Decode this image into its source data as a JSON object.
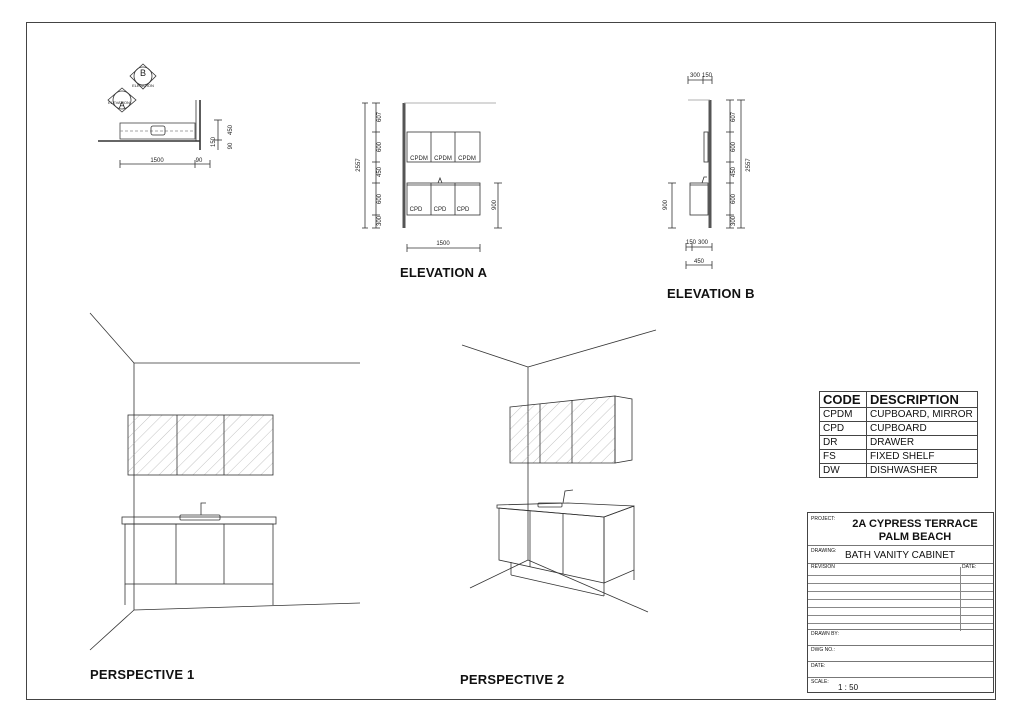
{
  "plan": {
    "marker_a": "A",
    "marker_b": "B",
    "marker_text": "ELEVATION",
    "dims": [
      "1500",
      "90",
      "150",
      "450",
      "90"
    ]
  },
  "elevation_a": {
    "title": "ELEVATION A",
    "upper_labels": [
      "CPDM",
      "CPDM",
      "CPDM"
    ],
    "lower_labels": [
      "CPD",
      "CPD",
      "CPD"
    ],
    "left_dims": [
      "607",
      "600",
      "450",
      "600",
      "300"
    ],
    "overall": "2557",
    "right_dim": "900",
    "width": "1500"
  },
  "elevation_b": {
    "title": "ELEVATION B",
    "top_dims": [
      "300",
      "150"
    ],
    "left_dim": "900",
    "right_dims": [
      "607",
      "600",
      "450",
      "600",
      "300"
    ],
    "overall": "2557",
    "bottom_dims": [
      "150",
      "300"
    ],
    "bottom_total": "450"
  },
  "perspective_1": {
    "title": "PERSPECTIVE 1"
  },
  "perspective_2": {
    "title": "PERSPECTIVE 2"
  },
  "legend": {
    "headers": [
      "CODE",
      "DESCRIPTION"
    ],
    "rows": [
      {
        "code": "CPDM",
        "desc": "CUPBOARD, MIRROR"
      },
      {
        "code": "CPD",
        "desc": "CUPBOARD"
      },
      {
        "code": "DR",
        "desc": "DRAWER"
      },
      {
        "code": "FS",
        "desc": "FIXED SHELF"
      },
      {
        "code": "DW",
        "desc": "DISHWASHER"
      }
    ]
  },
  "title_block": {
    "project_label": "PROJECT:",
    "project_line1": "2A CYPRESS TERRACE",
    "project_line2": "PALM BEACH",
    "drawing_label": "DRAWING:",
    "drawing": "BATH VANITY CABINET",
    "revision_label": "REVISION",
    "date_label": "DATE:",
    "drawn_by_label": "DRAWN BY:",
    "dwg_no_label": "DWG NO.:",
    "date2_label": "DATE:",
    "scale_label": "SCALE:",
    "scale": "1 : 50"
  }
}
